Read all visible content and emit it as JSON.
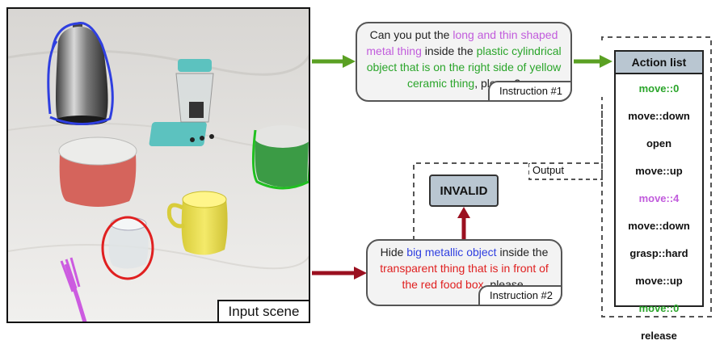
{
  "scene": {
    "label": "Input scene"
  },
  "instruction1": {
    "parts": [
      {
        "text": "Can you put the ",
        "style": "plain"
      },
      {
        "text": "long and thin shaped metal thing",
        "style": "purple"
      },
      {
        "text": " inside the ",
        "style": "plain"
      },
      {
        "text": "plastic cylindrical object that is on the right side of yellow ceramic thing",
        "style": "green"
      },
      {
        "text": ", please?",
        "style": "plain"
      }
    ],
    "tag": "Instruction #1"
  },
  "instruction2": {
    "parts": [
      {
        "text": "Hide ",
        "style": "plain"
      },
      {
        "text": "big metallic object",
        "style": "blue"
      },
      {
        "text": " inside the ",
        "style": "plain"
      },
      {
        "text": "transparent thing that is in front of the red food box",
        "style": "red"
      },
      {
        "text": ", please.",
        "style": "plain"
      }
    ],
    "tag": "Instruction #2"
  },
  "invalid_label": "INVALID",
  "output_label": "Output",
  "action_list": {
    "title": "Action list",
    "items": [
      {
        "text": "move::0",
        "color": "#2aa52a"
      },
      {
        "text": "move::down",
        "color": "#111111"
      },
      {
        "text": "open",
        "color": "#111111"
      },
      {
        "text": "move::up",
        "color": "#111111"
      },
      {
        "text": "move::4",
        "color": "#c15bdc"
      },
      {
        "text": "move::down",
        "color": "#111111"
      },
      {
        "text": "grasp::hard",
        "color": "#111111"
      },
      {
        "text": "move::up",
        "color": "#111111"
      },
      {
        "text": "move::0",
        "color": "#2aa52a"
      },
      {
        "text": "release",
        "color": "#111111"
      }
    ]
  },
  "colors": {
    "green_arrow": "#5aa023",
    "red_arrow": "#9b1020",
    "purple": "#c15bdc",
    "green": "#2aa52a",
    "blue": "#2f3fe0",
    "red": "#e02020",
    "header_fill": "#b9c6d1"
  }
}
